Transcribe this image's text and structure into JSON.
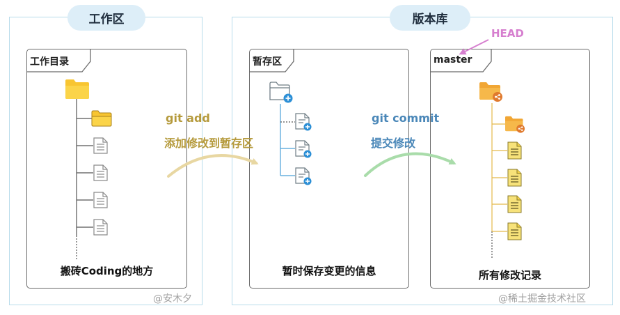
{
  "workspace": {
    "pill_label": "工作区",
    "panel_tab": "工作目录",
    "caption": "搬砖Coding的地方",
    "watermark": "@安木夕"
  },
  "staging_op": {
    "command": "git add",
    "description": "添加修改到暂存区",
    "color": "#b59a3c"
  },
  "repository": {
    "pill_label": "版本库",
    "staging": {
      "panel_tab": "暂存区",
      "caption": "暂时保存变更的信息"
    },
    "master": {
      "panel_tab": "master",
      "caption": "所有修改记录"
    },
    "head_label": "HEAD",
    "head_color": "#d67fcf",
    "watermark": "@稀土掘金技术社区"
  },
  "commit_op": {
    "command": "git commit",
    "description": "提交修改",
    "color": "#4a87b8"
  },
  "icons": {
    "folder_yellow": "folder-icon",
    "doc_plain": "document-icon",
    "doc_added": "document-plus-icon",
    "folder_shared": "folder-share-icon",
    "doc_committed": "document-yellow-icon"
  },
  "colors": {
    "pill_bg": "#ddeef8",
    "region_border": "#b8dceb",
    "arrow_add": "#e8d7a2",
    "arrow_commit": "#a9dcaa",
    "tree_workspace": "#555555",
    "tree_staging": "#4aa0d8",
    "tree_master": "#e4b94a"
  }
}
